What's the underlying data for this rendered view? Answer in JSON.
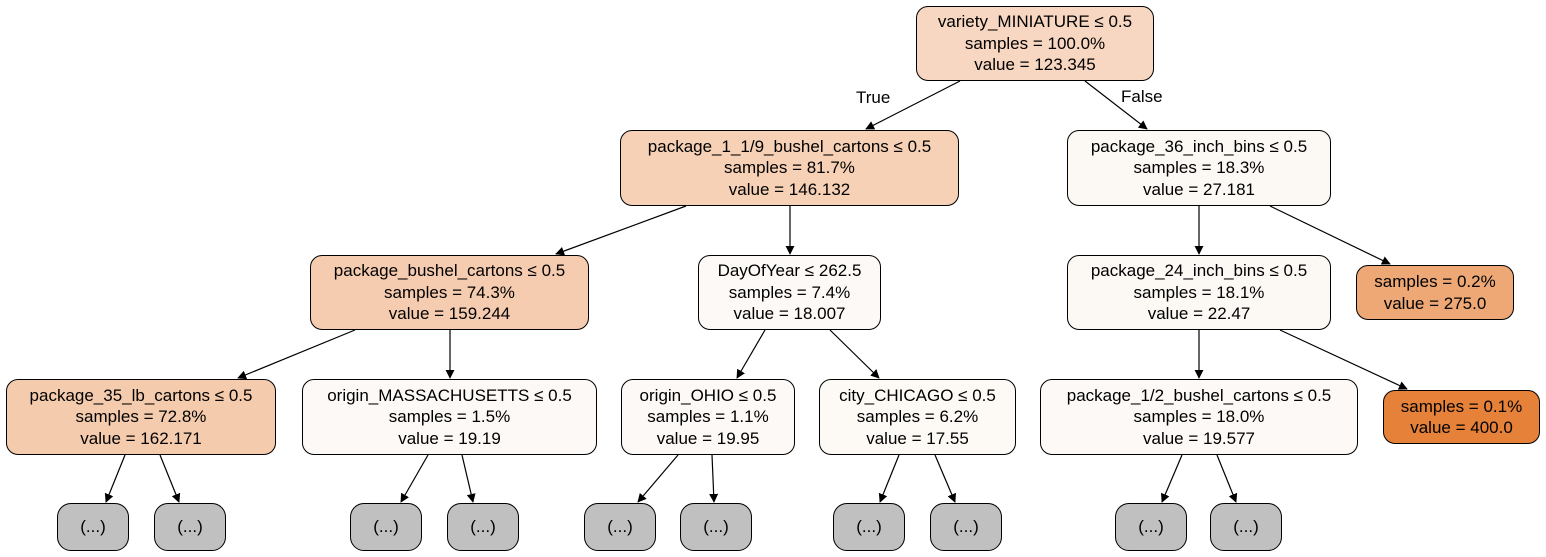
{
  "edges": {
    "true_label": "True",
    "false_label": "False"
  },
  "nodes": {
    "n0": {
      "lines": [
        "variety_MINIATURE ≤ 0.5",
        "samples = 100.0%",
        "value = 123.345"
      ],
      "fill": "#f7d7c1"
    },
    "n1": {
      "lines": [
        "package_1_1/9_bushel_cartons ≤ 0.5",
        "samples = 81.7%",
        "value = 146.132"
      ],
      "fill": "#f6d1b6"
    },
    "n2": {
      "lines": [
        "package_36_inch_bins ≤ 0.5",
        "samples = 18.3%",
        "value = 27.181"
      ],
      "fill": "#fcf8f4"
    },
    "n3": {
      "lines": [
        "package_bushel_cartons ≤ 0.5",
        "samples = 74.3%",
        "value = 159.244"
      ],
      "fill": "#f6ccb0"
    },
    "n4": {
      "lines": [
        "DayOfYear ≤ 262.5",
        "samples = 7.4%",
        "value = 18.007"
      ],
      "fill": "#fdf9f6"
    },
    "n5": {
      "lines": [
        "package_24_inch_bins ≤ 0.5",
        "samples = 18.1%",
        "value = 22.47"
      ],
      "fill": "#fcf8f4"
    },
    "n6": {
      "lines": [
        "samples = 0.2%",
        "value = 275.0"
      ],
      "fill": "#eda876"
    },
    "n7": {
      "lines": [
        "package_35_lb_cartons ≤ 0.5",
        "samples = 72.8%",
        "value = 162.171"
      ],
      "fill": "#f5cbad"
    },
    "n8": {
      "lines": [
        "origin_MASSACHUSETTS ≤ 0.5",
        "samples = 1.5%",
        "value = 19.19"
      ],
      "fill": "#fdf9f6"
    },
    "n9": {
      "lines": [
        "origin_OHIO ≤ 0.5",
        "samples = 1.1%",
        "value = 19.95"
      ],
      "fill": "#fdf9f6"
    },
    "n10": {
      "lines": [
        "city_CHICAGO ≤ 0.5",
        "samples = 6.2%",
        "value = 17.55"
      ],
      "fill": "#fdfaf6"
    },
    "n11": {
      "lines": [
        "package_1/2_bushel_cartons ≤ 0.5",
        "samples = 18.0%",
        "value = 19.577"
      ],
      "fill": "#fdf9f6"
    },
    "n12": {
      "lines": [
        "samples = 0.1%",
        "value = 400.0"
      ],
      "fill": "#e58139"
    }
  },
  "truncated_label": "(...)"
}
